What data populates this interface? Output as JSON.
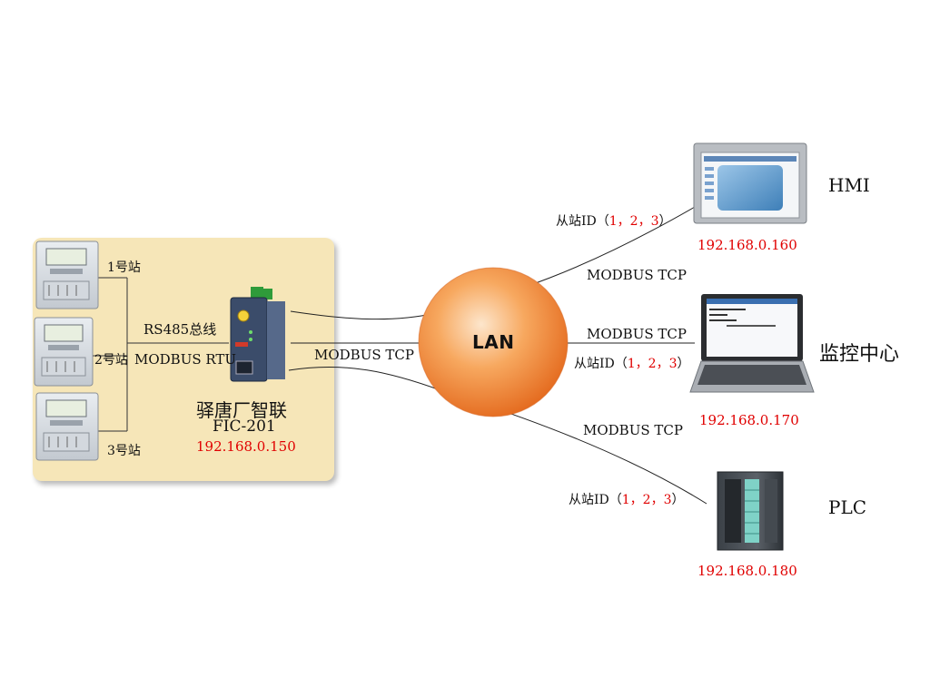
{
  "gateway": {
    "bus_label": "RS485总线",
    "protocol_label": "MODBUS RTU",
    "name": "驿唐厂智联",
    "model": "FIC-201",
    "ip": "192.168.0.150"
  },
  "meters": [
    {
      "label": "1号站"
    },
    {
      "label": "2号站"
    },
    {
      "label": "3号站"
    }
  ],
  "gateway_link_label": "MODBUS TCP",
  "lan": {
    "label": "LAN"
  },
  "devices": {
    "hmi": {
      "name": "HMI",
      "ip": "192.168.0.160",
      "protocol": "MODBUS TCP",
      "slave_prefix": "从站ID（",
      "slave_ids": "1，2，3",
      "slave_suffix": "）"
    },
    "monitor": {
      "name": "监控中心",
      "ip": "192.168.0.170",
      "protocol": "MODBUS TCP",
      "slave_prefix": "从站ID（",
      "slave_ids": "1，2，3",
      "slave_suffix": "）"
    },
    "plc": {
      "name": "PLC",
      "ip": "192.168.0.180",
      "protocol": "MODBUS TCP",
      "slave_prefix": "从站ID（",
      "slave_ids": "1，2，3",
      "slave_suffix": "）"
    }
  },
  "colors": {
    "panel": "#f6e6b8",
    "ip_text": "#e00000",
    "lan_globe": "#f08a3c"
  }
}
